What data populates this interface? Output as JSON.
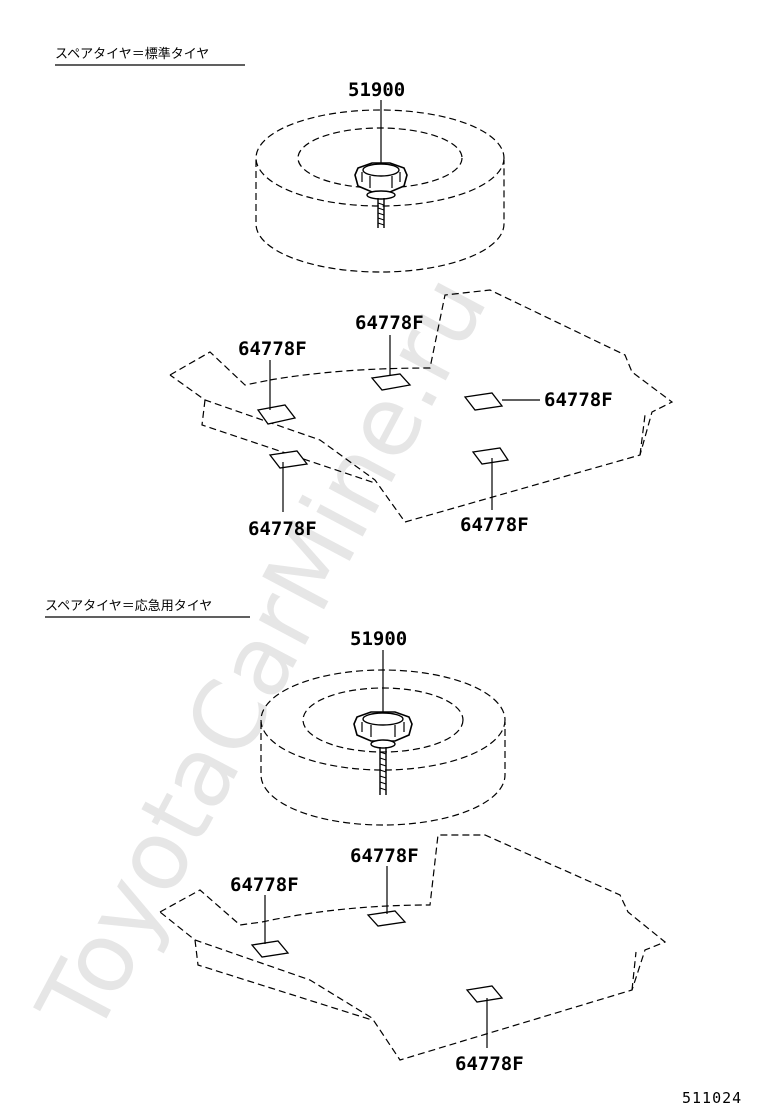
{
  "watermark": "ToyotaCarMine.ru",
  "sections": [
    {
      "caption": "スペアタイヤ＝標準タイヤ",
      "tire_part": "51900",
      "pad_labels": [
        "64778F",
        "64778F",
        "64778F",
        "64778F",
        "64778F"
      ]
    },
    {
      "caption": "スペアタイヤ＝応急用タイヤ",
      "tire_part": "51900",
      "pad_labels": [
        "64778F",
        "64778F",
        "64778F"
      ]
    }
  ],
  "diagram_code": "511024"
}
